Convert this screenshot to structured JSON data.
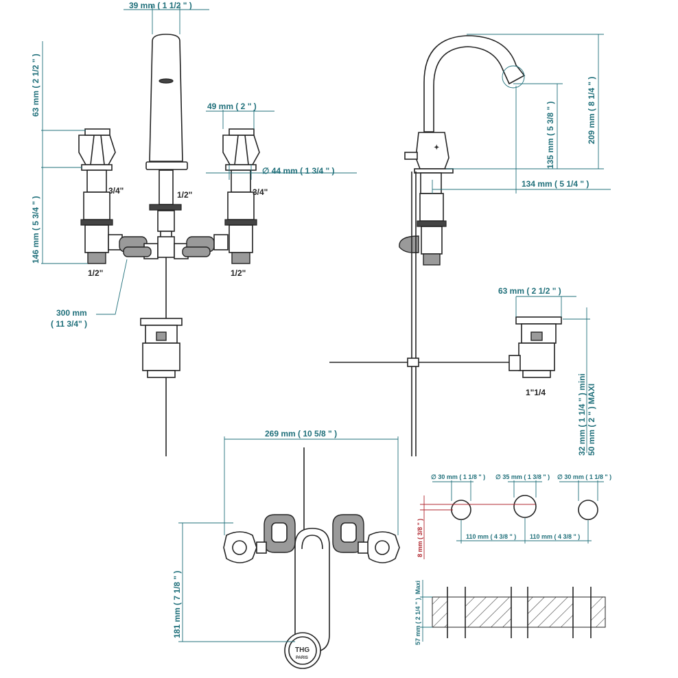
{
  "brand": "THG",
  "brand_sub": "PARIS",
  "front_view": {
    "spout_width": "39 mm ( 1 1/2 \" )",
    "handle_width": "49 mm ( 2 \" )",
    "handle_height": "63 mm ( 2 1/2 \" )",
    "body_height": "146 mm ( 5 3/4 \" )",
    "base_diameter": "∅ 44 mm ( 1 3/4 \" )",
    "thread_34_left": "3/4\"",
    "thread_34_right": "3/4\"",
    "thread_12_center": "1/2\"",
    "thread_12_left": "1/2\"",
    "thread_12_right": "1/2\"",
    "hose_length_mm": "300 mm",
    "hose_length_in": "( 11 3/4\" )"
  },
  "side_view": {
    "spout_height": "209 mm ( 8 1/4 \" )",
    "outlet_height": "135 mm ( 5 3/8 \" )",
    "spout_reach": "134 mm ( 5 1/4 \" )"
  },
  "waste_view": {
    "flange_width": "63 mm ( 2 1/2 \" )",
    "thread": "1\"1/4",
    "min_thickness": "32 mm ( 1 1/4 \" ) mini",
    "max_thickness": "50 mm ( 2 \" ) MAXI"
  },
  "top_view": {
    "overall_width": "269 mm ( 10 5/8 \" )",
    "depth": "181 mm ( 7 1/8 \" )"
  },
  "drilling": {
    "hole_left": "∅ 30 mm ( 1 1/8 \" )",
    "hole_center": "∅ 35 mm ( 1 3/8 \" )",
    "hole_right": "∅ 30 mm ( 1 1/8 \" )",
    "offset": "8 mm ( 3/8 \" )",
    "spacing_left": "110 mm ( 4 3/8 \" )",
    "spacing_right": "110 mm ( 4 3/8 \" )",
    "deck_thickness": "57 mm ( 2 1/4 \" )",
    "deck_max": "Maxi"
  },
  "colors": {
    "dimension": "#1f6f7a",
    "offset": "#b0242c",
    "part": "#222222"
  }
}
